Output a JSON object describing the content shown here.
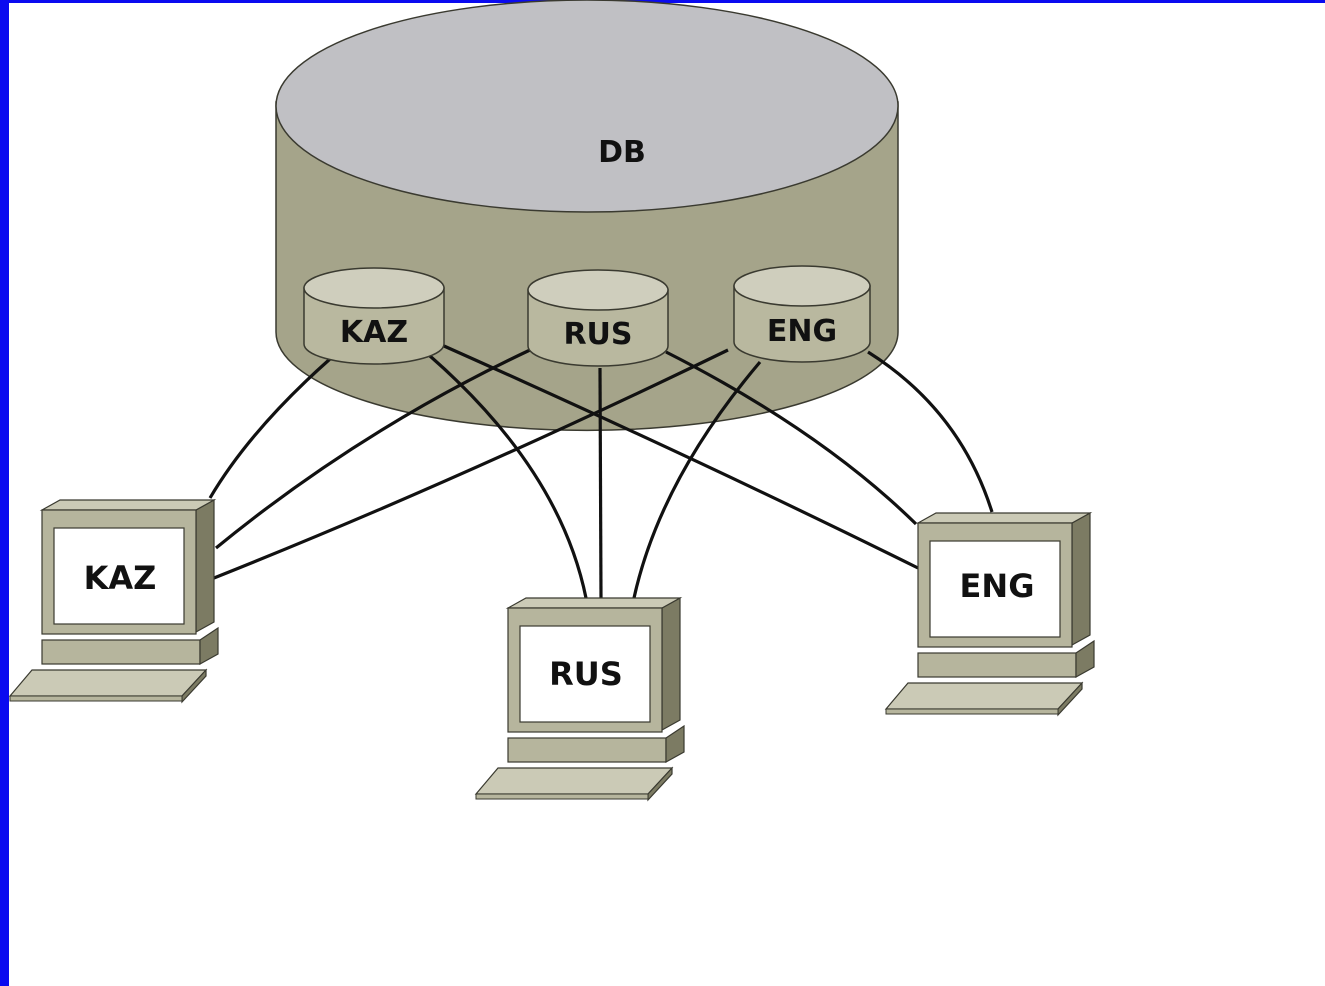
{
  "colors": {
    "frame": "#0a0af0",
    "db_side": "#a5a48a",
    "db_top": "#c0c0c4",
    "drum_side": "#b9b89f",
    "drum_top": "#cfcebd",
    "monitor": "#b6b59d",
    "monitor_dark": "#7c7b63",
    "keyboard": "#cbcab6",
    "screen": "#ffffff",
    "line": "#111111"
  },
  "database": {
    "label": "DB",
    "partitions": [
      {
        "id": "kaz",
        "label": "KAZ"
      },
      {
        "id": "rus",
        "label": "RUS"
      },
      {
        "id": "eng",
        "label": "ENG"
      }
    ]
  },
  "clients": [
    {
      "id": "kaz",
      "label": "KAZ"
    },
    {
      "id": "rus",
      "label": "RUS"
    },
    {
      "id": "eng",
      "label": "ENG"
    }
  ],
  "connections": [
    {
      "from": "kaz",
      "to": "kaz"
    },
    {
      "from": "kaz",
      "to": "rus"
    },
    {
      "from": "kaz",
      "to": "eng"
    },
    {
      "from": "rus",
      "to": "kaz"
    },
    {
      "from": "rus",
      "to": "rus"
    },
    {
      "from": "rus",
      "to": "eng"
    },
    {
      "from": "eng",
      "to": "kaz"
    },
    {
      "from": "eng",
      "to": "rus"
    },
    {
      "from": "eng",
      "to": "eng"
    }
  ]
}
